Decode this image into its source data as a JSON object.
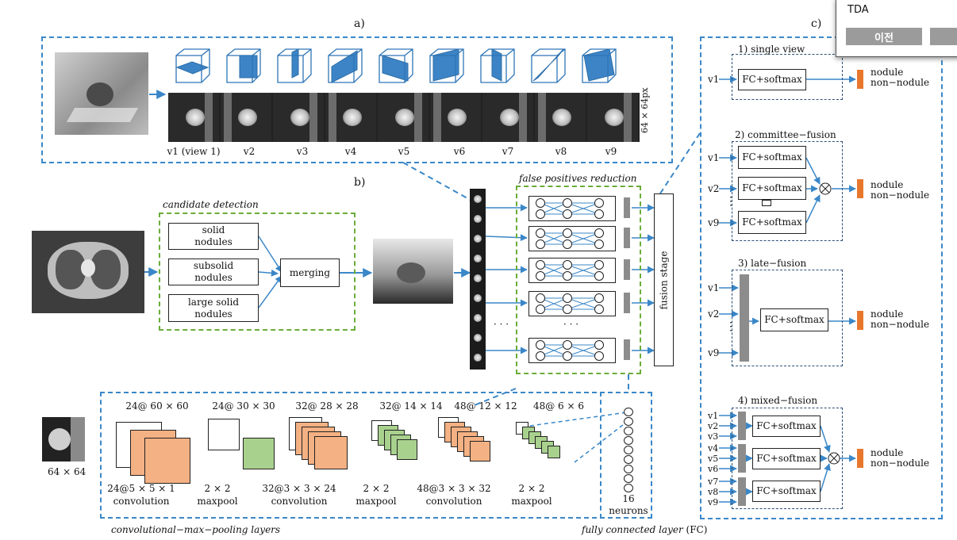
{
  "panel_labels": {
    "a": "a)",
    "b": "b)",
    "c": "c)"
  },
  "panel_a": {
    "views": [
      "v1 (view 1)",
      "v2",
      "v3",
      "v4",
      "v5",
      "v6",
      "v7",
      "v8",
      "v9"
    ],
    "patch_size": "64 × 64px"
  },
  "panel_b": {
    "candidate_title": "candidate detection",
    "solid": "solid\nnodules",
    "subsolid": "subsolid\nnodules",
    "large_solid": "large solid\nnodules",
    "merging": "merging",
    "fp_title": "false positives reduction",
    "fusion_stage": "fusion stage",
    "ellipsis": "· · ·"
  },
  "cnn": {
    "input_size": "64 × 64",
    "layer_sizes": [
      "24@ 60 × 60",
      "24@ 30 × 30",
      "32@ 28 × 28",
      "32@ 14 × 14",
      "48@ 12 × 12",
      "48@ 6 × 6"
    ],
    "ops": [
      {
        "kernel": "24@5 × 5 × 1",
        "name": "convolution"
      },
      {
        "kernel": "2 × 2",
        "name": "maxpool"
      },
      {
        "kernel": "32@3 × 3 × 24",
        "name": "convolution"
      },
      {
        "kernel": "2 × 2",
        "name": "maxpool"
      },
      {
        "kernel": "48@3 × 3 × 32",
        "name": "convolution"
      },
      {
        "kernel": "2 × 2",
        "name": "maxpool"
      }
    ],
    "neurons_count": "16",
    "neurons_label": "neurons",
    "conv_caption": "convolutional−max−pooling layers",
    "fc_caption": "fully connected layer",
    "fc_abbrev": "(FC)"
  },
  "panel_c": {
    "single": {
      "title": "1) single view",
      "input": "v1",
      "box": "FC+softmax"
    },
    "committee": {
      "title": "2) committee−fusion",
      "inputs": [
        "v1",
        "v2",
        "v9"
      ],
      "box": "FC+softmax"
    },
    "late": {
      "title": "3) late−fusion",
      "inputs": [
        "v1",
        "v2",
        "v9"
      ],
      "box": "FC+softmax"
    },
    "mixed": {
      "title": "4) mixed−fusion",
      "inputs": [
        "v1",
        "v2",
        "v3",
        "v4",
        "v5",
        "v6",
        "v7",
        "v8",
        "v9"
      ],
      "box": "FC+softmax"
    },
    "out_nodule": "nodule",
    "out_non": "non−nodule",
    "vdots": "⋮"
  },
  "popup": {
    "title": "TDA",
    "prev": "이전"
  },
  "colors": {
    "blue": "#3a87c8",
    "green": "#6aac3a",
    "orange": "#e8772e",
    "salmon": "#f4b183",
    "lightgreen": "#a9d18e",
    "grey": "#8c8c8c"
  }
}
